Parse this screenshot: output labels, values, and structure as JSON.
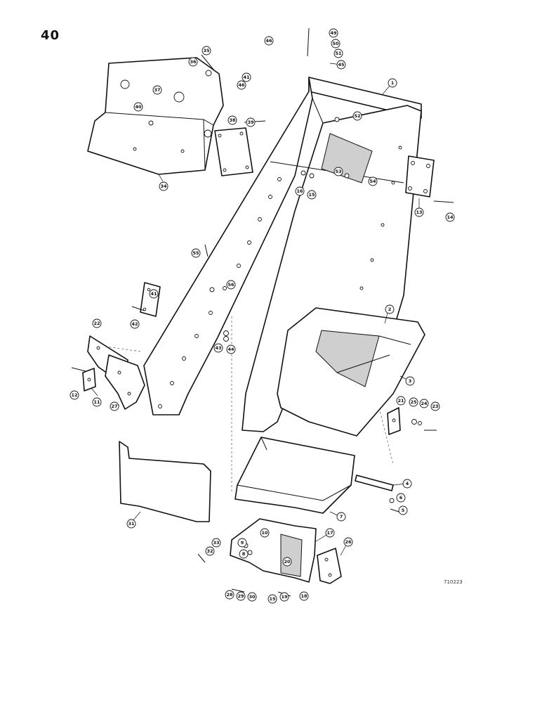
{
  "page_number": "40",
  "drawing_code": "710223",
  "callouts": [
    "1",
    "2",
    "3",
    "4",
    "5",
    "6",
    "7",
    "8",
    "9",
    "10",
    "11",
    "12",
    "13",
    "14",
    "15",
    "15",
    "16",
    "17",
    "18",
    "19",
    "20",
    "21",
    "22",
    "23",
    "24",
    "25",
    "26",
    "27",
    "28",
    "29",
    "30",
    "31",
    "32",
    "33",
    "34",
    "35",
    "36",
    "37",
    "38",
    "39",
    "40",
    "41",
    "41",
    "42",
    "43",
    "44",
    "45",
    "46",
    "46",
    "49",
    "50",
    "51",
    "52",
    "53",
    "54",
    "55",
    "56"
  ]
}
